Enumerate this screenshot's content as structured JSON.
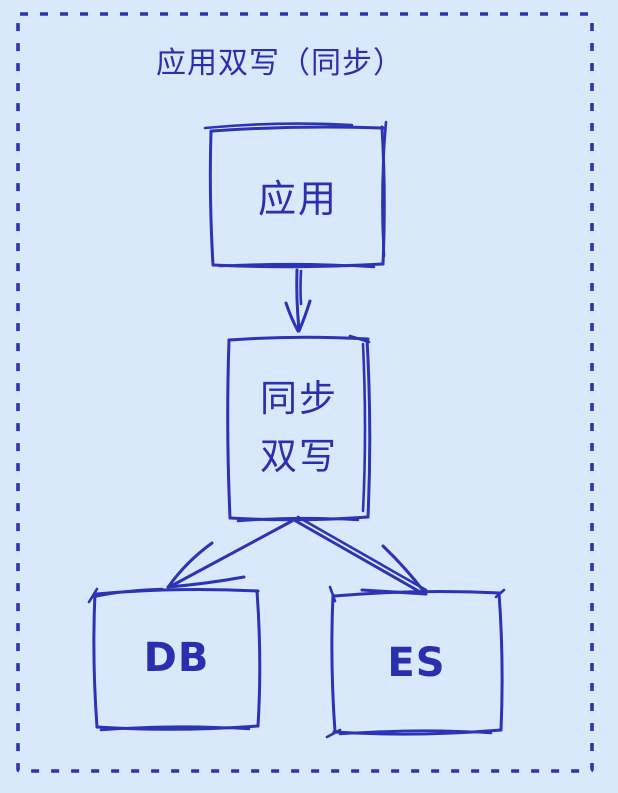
{
  "diagram": {
    "title": "应用双写（同步）",
    "nodes": {
      "app": {
        "label": "应用"
      },
      "sync": {
        "label": "同步双写",
        "line1": "同步",
        "line2": "双写"
      },
      "db": {
        "label": "DB"
      },
      "es": {
        "label": "ES"
      }
    },
    "edges": [
      {
        "from": "应用",
        "to": "同步双写"
      },
      {
        "from": "同步双写",
        "to": "DB"
      },
      {
        "from": "同步双写",
        "to": "ES"
      }
    ],
    "colors": {
      "background": "#d9e8fa",
      "ink": "#2b34b4",
      "text": "#2a2fae"
    }
  }
}
